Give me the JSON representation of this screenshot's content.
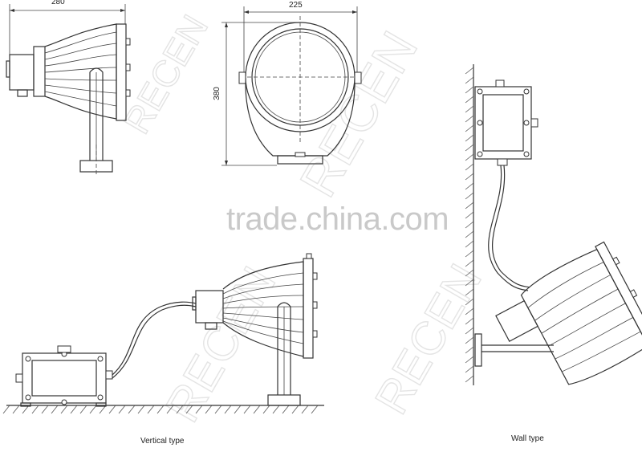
{
  "dimensions": {
    "width_front": "280",
    "width_top": "225",
    "height_top": "380"
  },
  "captions": {
    "vertical": "Vertical type",
    "wall": "Wall type"
  },
  "watermark": {
    "site": "trade.china.com",
    "brand": "RECEN"
  },
  "colors": {
    "line": "#333333",
    "watermark": "#c9c9c9",
    "background": "#ffffff"
  }
}
